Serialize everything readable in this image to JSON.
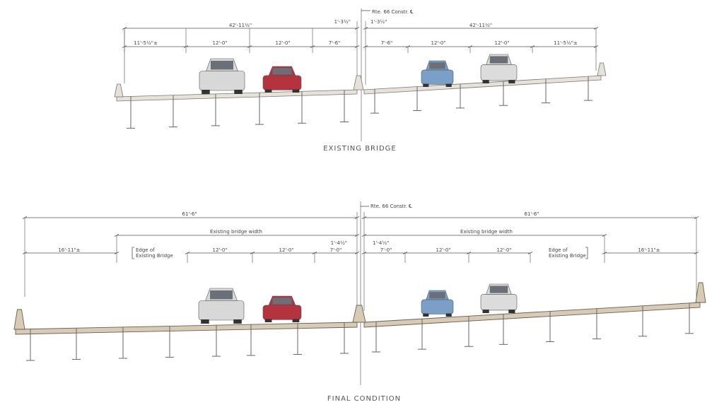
{
  "existing": {
    "title": "EXISTING BRIDGE",
    "centerline_label": "Rte. 66 Constr. ℄",
    "left_total": "42'-11½\"",
    "right_total": "42'-11½\"",
    "median_left": "1'-3½\"",
    "median_right": "1'-3½\"",
    "left_segments": [
      "11'-5½\"±",
      "12'-0\"",
      "12'-0\"",
      "7'-6\""
    ],
    "right_segments": [
      "7'-6\"",
      "12'-0\"",
      "12'-0\"",
      "11'-5½\"±"
    ]
  },
  "final": {
    "title": "FINAL CONDITION",
    "centerline_label": "Rte. 66 Constr. ℄",
    "left_total": "61'-6\"",
    "right_total": "61'-6\"",
    "left_existing_width": "Existing bridge width",
    "right_existing_width": "Existing bridge width",
    "median_left": "1'-4½\"",
    "median_right": "1'-4½\"",
    "left_widening": "16'-11\"±",
    "right_widening": "16'-11\"±",
    "edge_note_left": [
      "Edge of",
      "Existing Bridge"
    ],
    "edge_note_right": [
      "Edge of",
      "Existing Bridge"
    ],
    "left_segments": [
      "12'-0\"",
      "12'-0\"",
      "7'-0\""
    ],
    "right_segments": [
      "7'-0\"",
      "12'-0\"",
      "12'-0\""
    ]
  }
}
